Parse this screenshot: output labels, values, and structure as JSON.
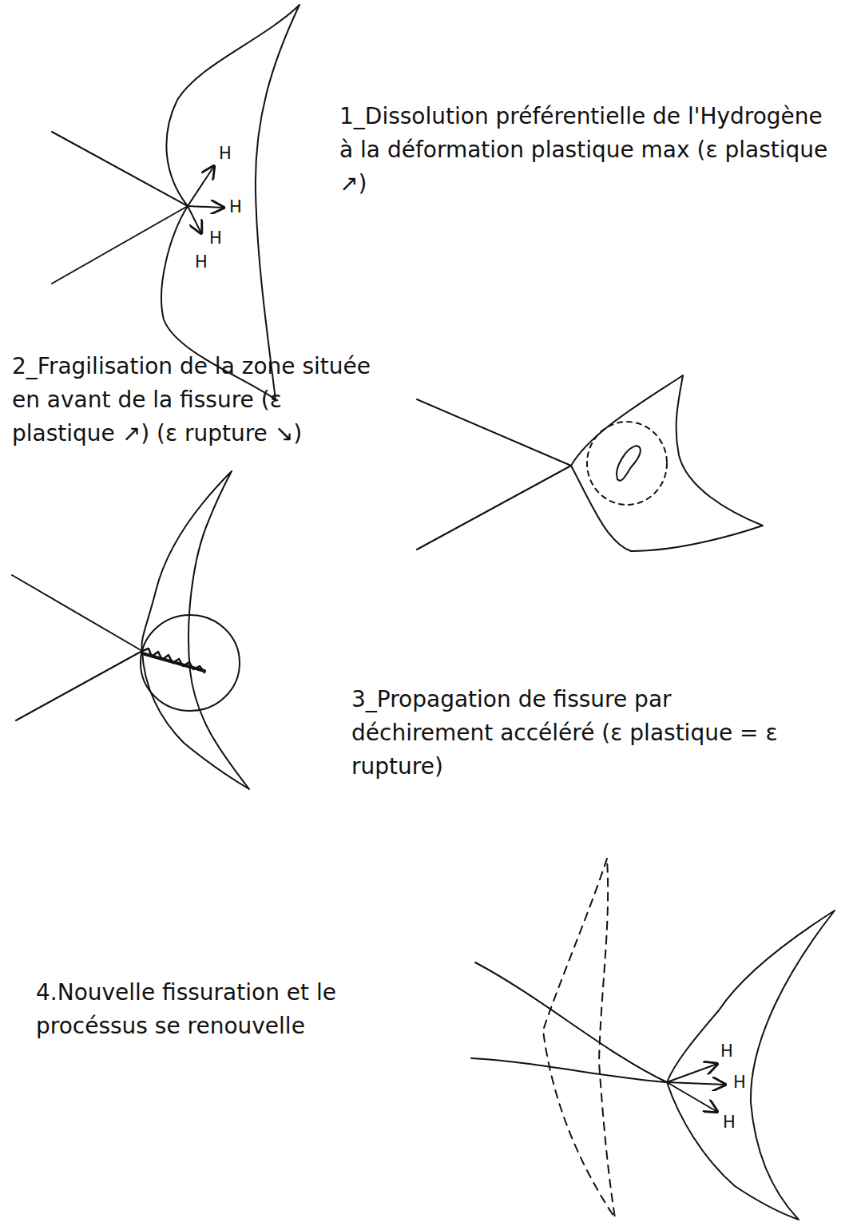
{
  "diagram": {
    "labels": [
      "1_Dissolution préférentielle de l'Hydrogène à la déformation plastique max (ε plastique ↗)",
      "H",
      "H",
      "H",
      "H",
      "2_Fragilisation de la zone située en avant de la fissure (ε plastique ↗) (ε rupture ↘)",
      "3_Propagation de fissure par déchirement accéléré (ε plastique = ε rupture)",
      "4.Nouvelle fissuration et le procéssus se renouvelle",
      "H",
      "H",
      "H"
    ]
  }
}
